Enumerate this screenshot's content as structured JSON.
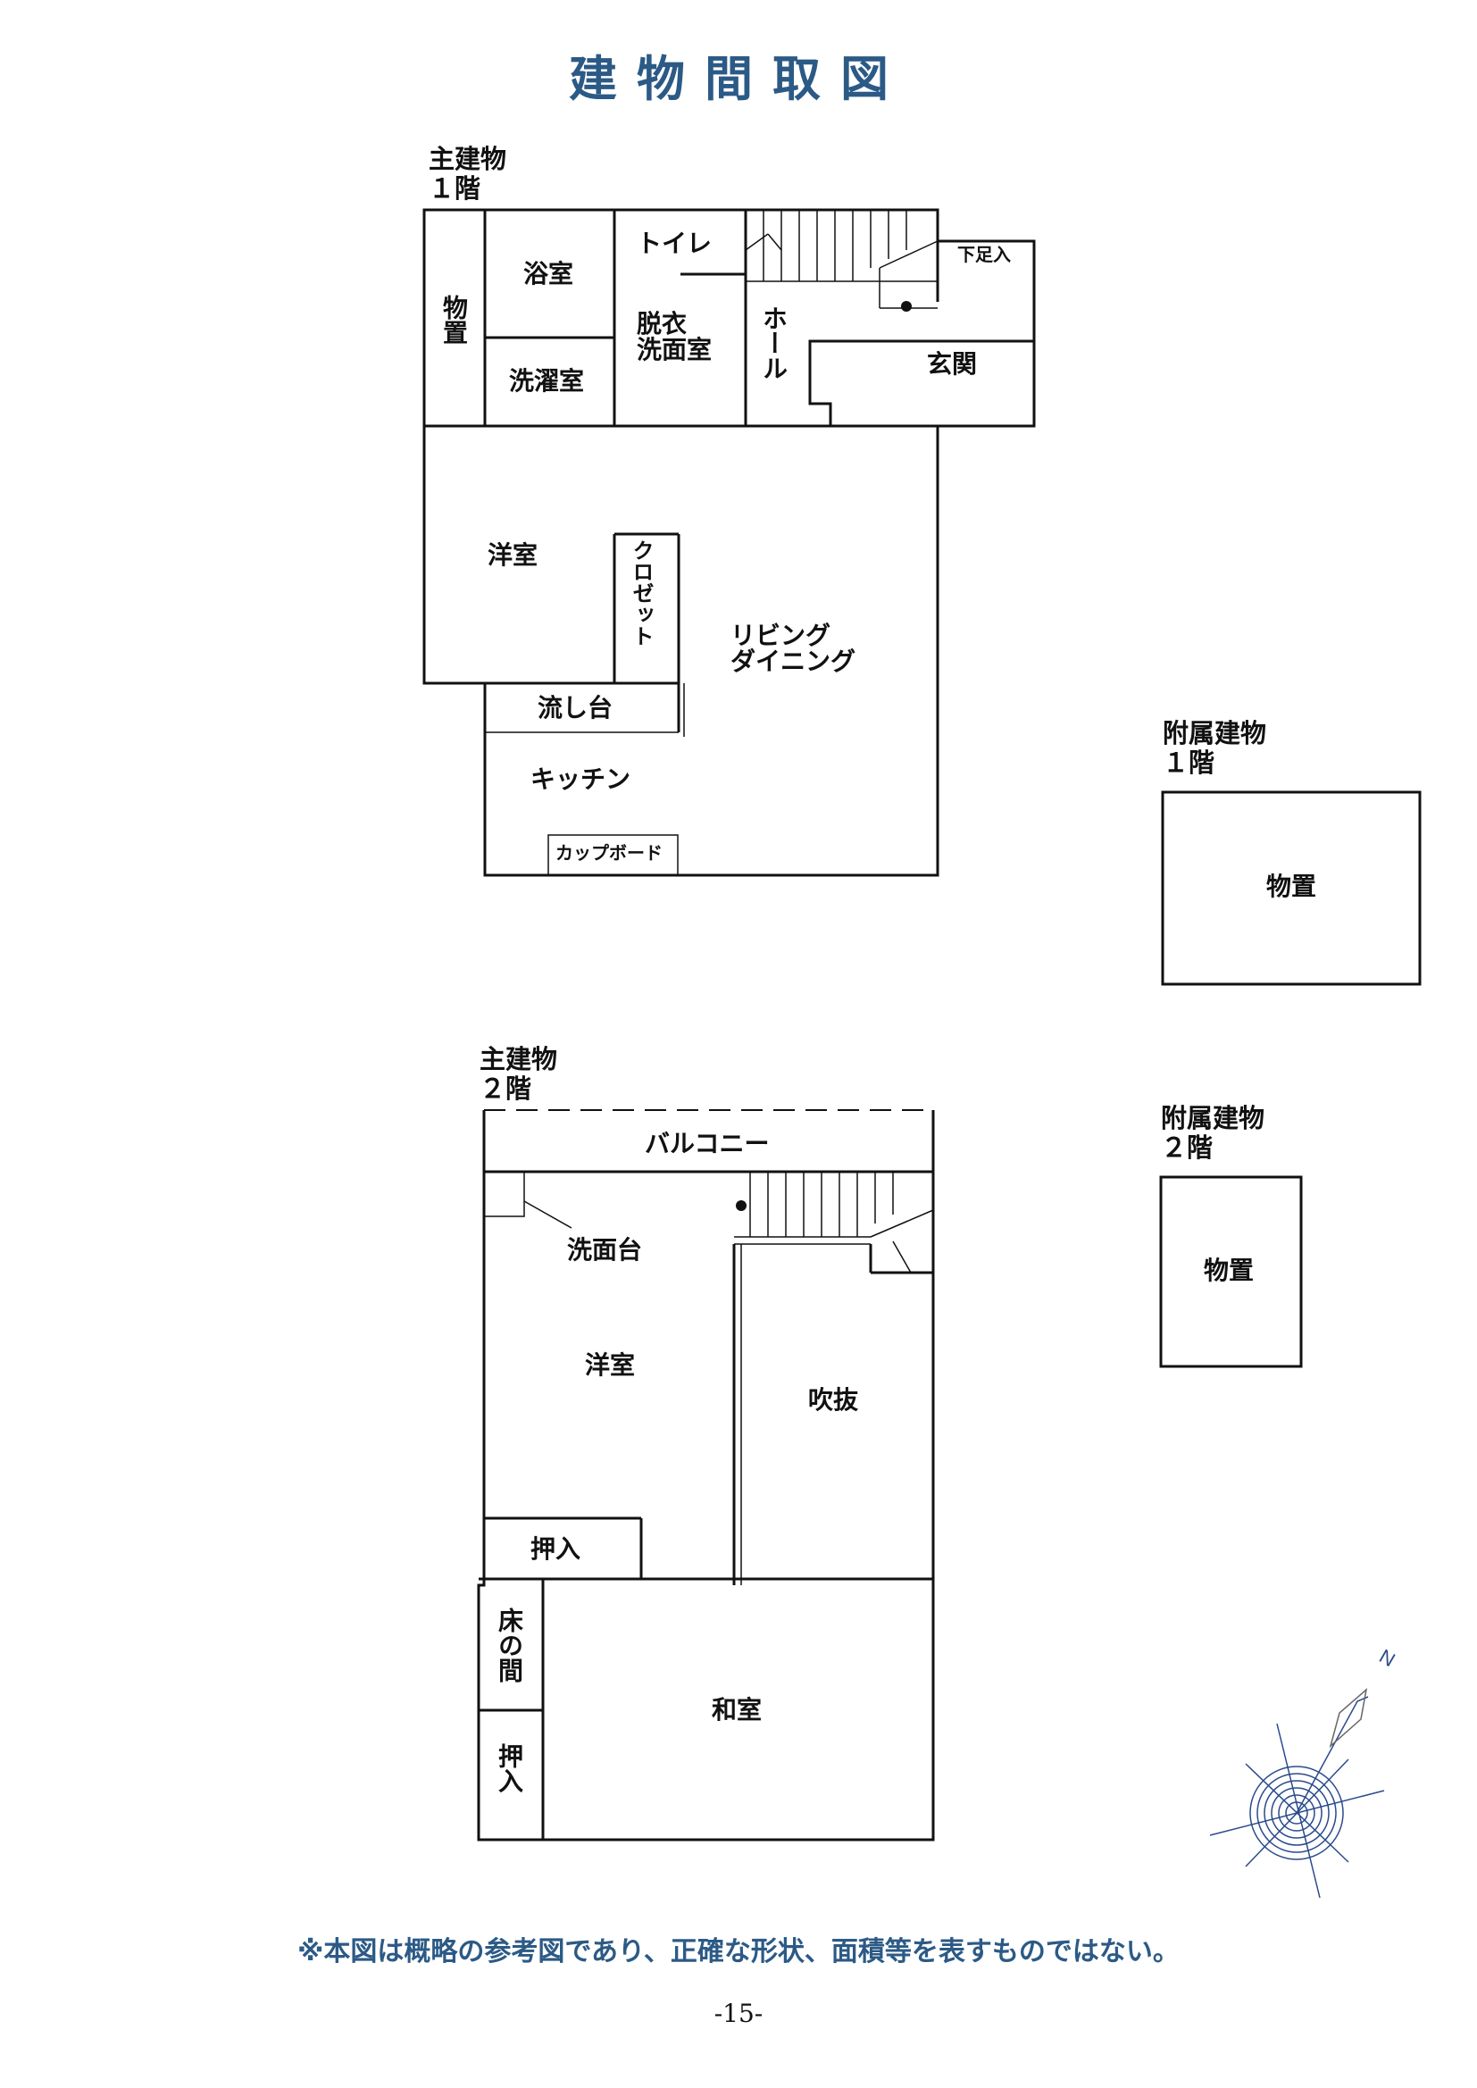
{
  "title": "建物間取図",
  "main_1f": {
    "heading": "主建物\n１階",
    "rooms": {
      "storage": "物置",
      "bath": "浴室",
      "laundry": "洗濯室",
      "toilet": "トイレ",
      "dressing": "脱衣\n洗面室",
      "hall": "ホール",
      "shoe_area": "下足入",
      "entrance": "玄関",
      "western_room": "洋室",
      "closet": "クロゼット",
      "living": "リビング\nダイニング",
      "sink": "流し台",
      "kitchen": "キッチン",
      "cupboard": "カップボード"
    }
  },
  "annex_1f": {
    "heading": "附属建物\n１階",
    "room": "物置"
  },
  "main_2f": {
    "heading": "主建物\n２階",
    "rooms": {
      "balcony": "バルコニー",
      "washbasin": "洗面台",
      "western_room": "洋室",
      "void": "吹抜",
      "closet_a": "押入",
      "tokonoma": "床の間",
      "closet_b": "押入",
      "japanese_room": "和室"
    }
  },
  "annex_2f": {
    "heading": "附属建物\n２階",
    "room": "物置"
  },
  "compass": {
    "north_label": "N"
  },
  "footnote": "※本図は概略の参考図であり、正確な形状、面積等を表すものではない。",
  "page_number": "-15-",
  "colors": {
    "title": "#2c5a86",
    "lines": "#111111",
    "compass": "#2a4b8c"
  }
}
